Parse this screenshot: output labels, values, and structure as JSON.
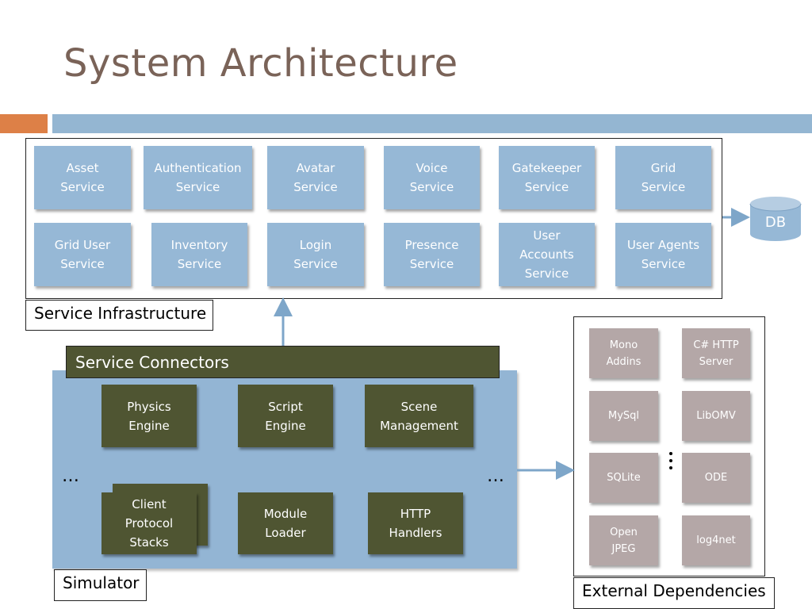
{
  "title": "System Architecture",
  "colors": {
    "service": "#96b8d6",
    "module": "#4f5532",
    "dependency": "#b4a7a7",
    "accent_orange": "#dd8047",
    "accent_blue": "#94b6d2"
  },
  "services": [
    "Asset\nService",
    "Authentication\nService",
    "Avatar\nService",
    "Voice\nService",
    "Gatekeeper\nService",
    "Grid\nService",
    "Grid User\nService",
    "Inventory\nService",
    "Login\nService",
    "Presence\nService",
    "User\nAccounts\nService",
    "User Agents\nService"
  ],
  "service_infrastructure_label": "Service Infrastructure",
  "db_label": "DB",
  "service_connectors_label": "Service Connectors",
  "simulator_modules": [
    "Physics\nEngine",
    "Script\nEngine",
    "Scene\nManagement",
    "Client\nProtocol\nStacks",
    "Module\nLoader",
    "HTTP\nHandlers"
  ],
  "simulator_ellipsis": "…",
  "simulator_label": "Simulator",
  "dependencies": [
    "Mono\nAddins",
    "C# HTTP\nServer",
    "MySql",
    "LibOMV",
    "SQLite",
    "ODE",
    "Open\nJPEG",
    "log4net"
  ],
  "external_dependencies_label": "External Dependencies"
}
